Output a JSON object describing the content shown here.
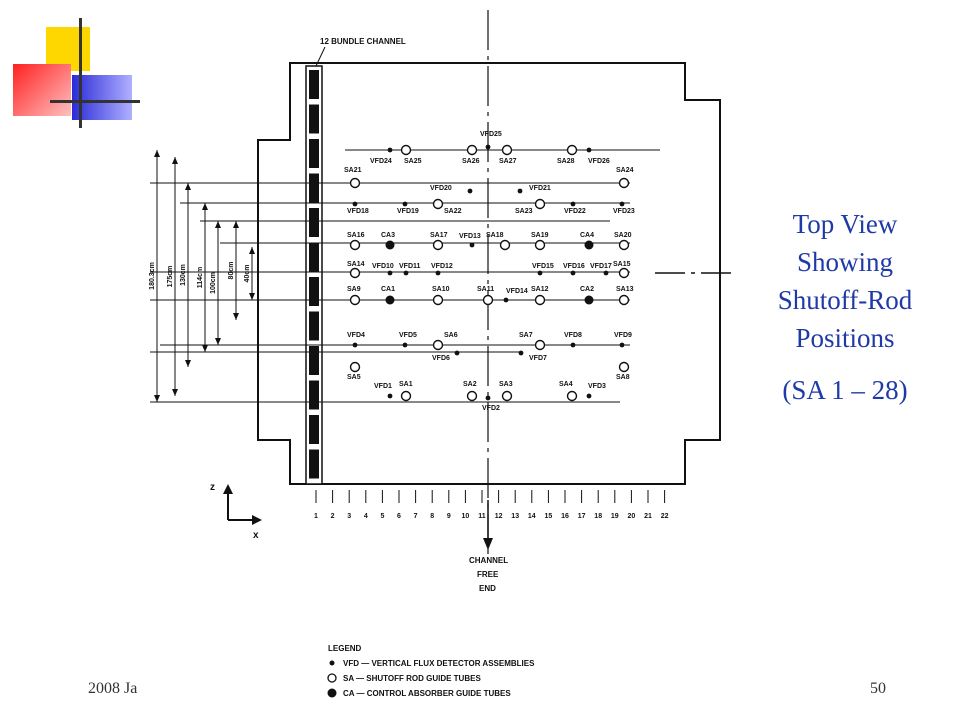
{
  "slide": {
    "title_lines": [
      "Top View",
      "Showing",
      "Shutoff-Rod",
      "Positions"
    ],
    "subtitle": "(SA 1 – 28)",
    "footer_left": "2008 Ja",
    "page_number": "50",
    "colors": {
      "title": "#1f3aa6",
      "deco_yellow": "#ffd700",
      "deco_red": "#ff3030",
      "deco_blue": "#2b2bd8"
    }
  },
  "diagram": {
    "bundle_channel_label": "12 BUNDLE CHANNEL",
    "channel_free_end": [
      "CHANNEL",
      "FREE",
      "END"
    ],
    "axis_z": "z",
    "axis_x": "x",
    "column_numbers": [
      "1",
      "2",
      "3",
      "4",
      "5",
      "6",
      "7",
      "8",
      "9",
      "10",
      "11",
      "12",
      "13",
      "14",
      "15",
      "16",
      "17",
      "18",
      "19",
      "20",
      "21",
      "22"
    ],
    "dimensions": [
      "180.3cm",
      "175cm",
      "130cm",
      "114cm",
      "100cm",
      "80cm",
      "40cm"
    ],
    "rows": [
      {
        "labels": [
          [
            "VFD24",
            378,
            163
          ],
          [
            "SA25",
            412,
            163
          ],
          [
            "VFD25",
            488,
            136
          ],
          [
            "SA26",
            470,
            163
          ],
          [
            "SA27",
            507,
            163
          ],
          [
            "SA28",
            565,
            163
          ],
          [
            "VFD26",
            596,
            163
          ]
        ]
      },
      {
        "labels": [
          [
            "SA21",
            352,
            172
          ],
          [
            "VFD20",
            438,
            190
          ],
          [
            "VFD21",
            537,
            190
          ],
          [
            "SA24",
            624,
            172
          ]
        ]
      },
      {
        "labels": [
          [
            "VFD18",
            355,
            213
          ],
          [
            "VFD19",
            405,
            213
          ],
          [
            "SA22",
            452,
            213
          ],
          [
            "SA23",
            523,
            213
          ],
          [
            "VFD22",
            572,
            213
          ],
          [
            "VFD23",
            621,
            213
          ]
        ]
      },
      {
        "labels": [
          [
            "SA16",
            355,
            237
          ],
          [
            "CA3",
            389,
            237
          ],
          [
            "SA17",
            438,
            237
          ],
          [
            "VFD13",
            467,
            238
          ],
          [
            "SA18",
            494,
            237
          ],
          [
            "SA19",
            539,
            237
          ],
          [
            "CA4",
            588,
            237
          ],
          [
            "SA20",
            622,
            237
          ]
        ]
      },
      {
        "labels": [
          [
            "SA14",
            355,
            266
          ],
          [
            "VFD10",
            380,
            268
          ],
          [
            "VFD11",
            407,
            268
          ],
          [
            "VFD12",
            439,
            268
          ],
          [
            "VFD15",
            540,
            268
          ],
          [
            "VFD16",
            571,
            268
          ],
          [
            "VFD17",
            598,
            268
          ],
          [
            "SA15",
            621,
            266
          ]
        ]
      },
      {
        "labels": [
          [
            "SA9",
            355,
            291
          ],
          [
            "CA1",
            389,
            291
          ],
          [
            "SA10",
            440,
            291
          ],
          [
            "SA11",
            485,
            291
          ],
          [
            "VFD14",
            514,
            293
          ],
          [
            "SA12",
            539,
            291
          ],
          [
            "CA2",
            588,
            291
          ],
          [
            "SA13",
            624,
            291
          ]
        ]
      },
      {
        "labels": [
          [
            "VFD4",
            355,
            337
          ],
          [
            "VFD5",
            407,
            337
          ],
          [
            "SA6",
            452,
            337
          ],
          [
            "SA7",
            527,
            337
          ],
          [
            "VFD8",
            572,
            337
          ],
          [
            "VFD9",
            622,
            337
          ]
        ]
      },
      {
        "labels": [
          [
            "VFD6",
            440,
            360
          ],
          [
            "VFD7",
            537,
            360
          ],
          [
            "SA5",
            355,
            379
          ],
          [
            "SA8",
            624,
            379
          ]
        ]
      },
      {
        "labels": [
          [
            "VFD1",
            382,
            388
          ],
          [
            "SA1",
            407,
            386
          ],
          [
            "SA2",
            471,
            386
          ],
          [
            "SA3",
            507,
            386
          ],
          [
            "SA4",
            567,
            386
          ],
          [
            "VFD3",
            596,
            388
          ],
          [
            "VFD2",
            490,
            410
          ]
        ]
      }
    ],
    "legend": {
      "title": "LEGEND",
      "items": [
        {
          "symbol": "small-dot",
          "text": "VFD — VERTICAL FLUX DETECTOR ASSEMBLIES"
        },
        {
          "symbol": "open-circle",
          "text": "SA — SHUTOFF ROD GUIDE TUBES"
        },
        {
          "symbol": "filled-circle",
          "text": "CA — CONTROL ABSORBER GUIDE TUBES"
        }
      ]
    }
  }
}
